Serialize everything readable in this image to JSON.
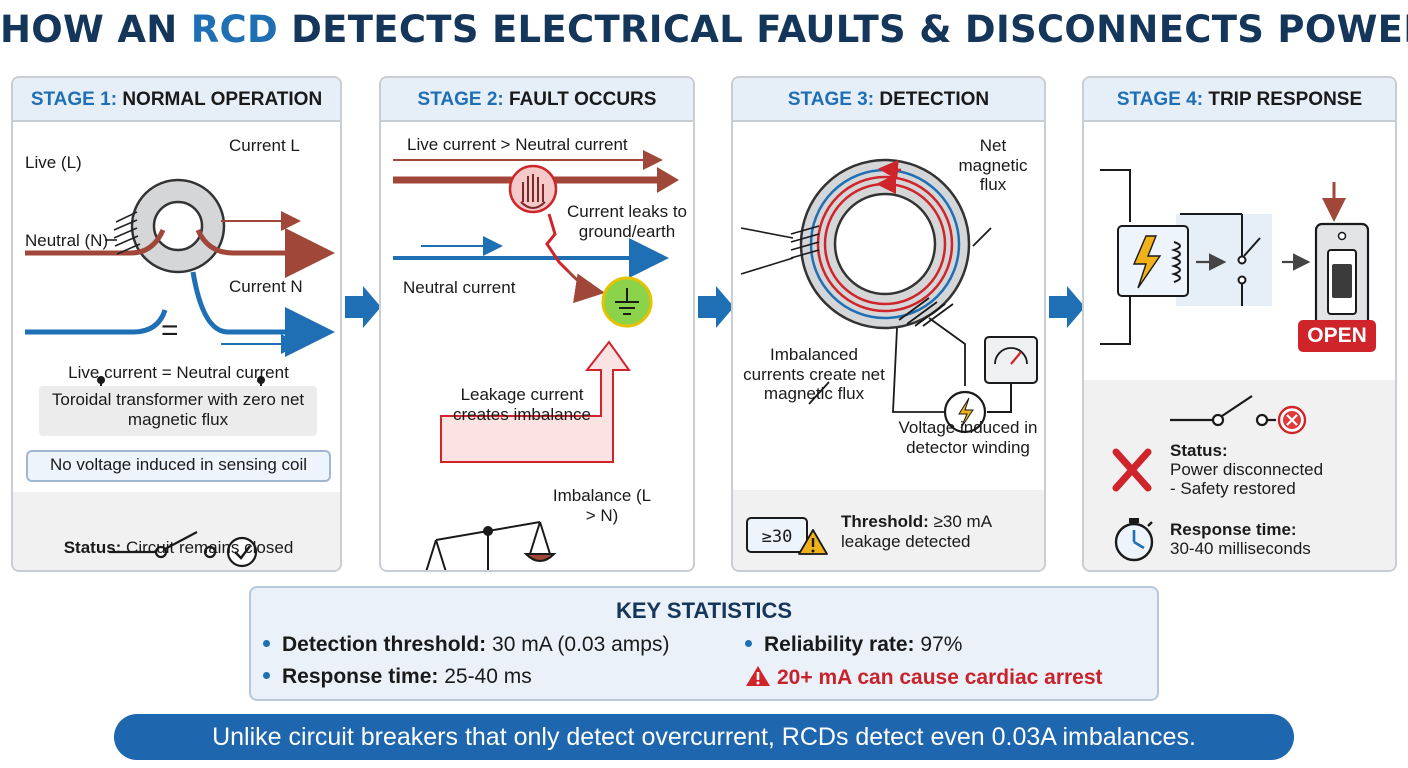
{
  "title": {
    "prefix": "HOW AN ",
    "accent": "RCD",
    "suffix": " DETECTS ELECTRICAL FAULTS & DISCONNECTS POWER"
  },
  "colors": {
    "navy": "#14365a",
    "blue": "#1f6fb5",
    "live": "#a0473a",
    "neutral": "#1f6fb5",
    "danger": "#d0242b",
    "earth": "#7cc242"
  },
  "stages": [
    {
      "num": "STAGE 1:",
      "name": "NORMAL OPERATION",
      "labels": {
        "live": "Live (L)",
        "neutral": "Neutral (N)",
        "current_l": "Current L",
        "current_n": "Current N",
        "equals": "=",
        "equation": "Live current = Neutral current",
        "note": "Toroidal transformer with zero net magnetic flux",
        "no_voltage": "No voltage induced in sensing coil",
        "status_key": "Status:",
        "status_value": " Circuit remains closed"
      },
      "icons": [
        "balance-scale-icon",
        "switch-closed-icon",
        "check-icon"
      ]
    },
    {
      "num": "STAGE 2:",
      "name": "FAULT OCCURS",
      "labels": {
        "live_gt": "Live current > Neutral current",
        "leak": "Current leaks to ground/earth",
        "neutral_current": "Neutral current",
        "leakage_box": "Leakage current creates imbalance",
        "imbalance": "Imbalance (L > N)"
      },
      "icons": [
        "hand-icon",
        "earth-ground-icon",
        "tilted-scale-icon"
      ]
    },
    {
      "num": "STAGE 3:",
      "name": "DETECTION",
      "labels": {
        "net_flux": "Net magnetic flux",
        "imbalanced": "Imbalanced currents create net magnetic flux",
        "voltage_induced": "Voltage induced in detector winding",
        "threshold_key": "Threshold:",
        "threshold_value": " ≥30 mA",
        "threshold_line2": "leakage detected",
        "threshold_icon_text": "≥30"
      },
      "icons": [
        "meter-icon",
        "lightning-icon",
        "warning-icon"
      ]
    },
    {
      "num": "STAGE 4:",
      "name": "TRIP RESPONSE",
      "labels": {
        "open": "OPEN",
        "status_key": "Status:",
        "status_line1": "Power disconnected",
        "status_line2": "- Safety restored",
        "response_key": "Response time:",
        "response_value": "30-40 milliseconds"
      },
      "icons": [
        "relay-icon",
        "breaker-icon",
        "cross-icon",
        "stopwatch-icon"
      ]
    }
  ],
  "stats": {
    "title": "KEY STATISTICS",
    "items": [
      {
        "key": "Detection threshold:",
        "value": " 30 mA (0.03 amps)"
      },
      {
        "key": "Reliability rate:",
        "value": " 97%"
      },
      {
        "key": "Response time:",
        "value": " 25-40 ms"
      }
    ],
    "warning": "20+ mA can cause cardiac arrest"
  },
  "banner": "Unlike circuit breakers that only detect overcurrent, RCDs detect even 0.03A imbalances."
}
